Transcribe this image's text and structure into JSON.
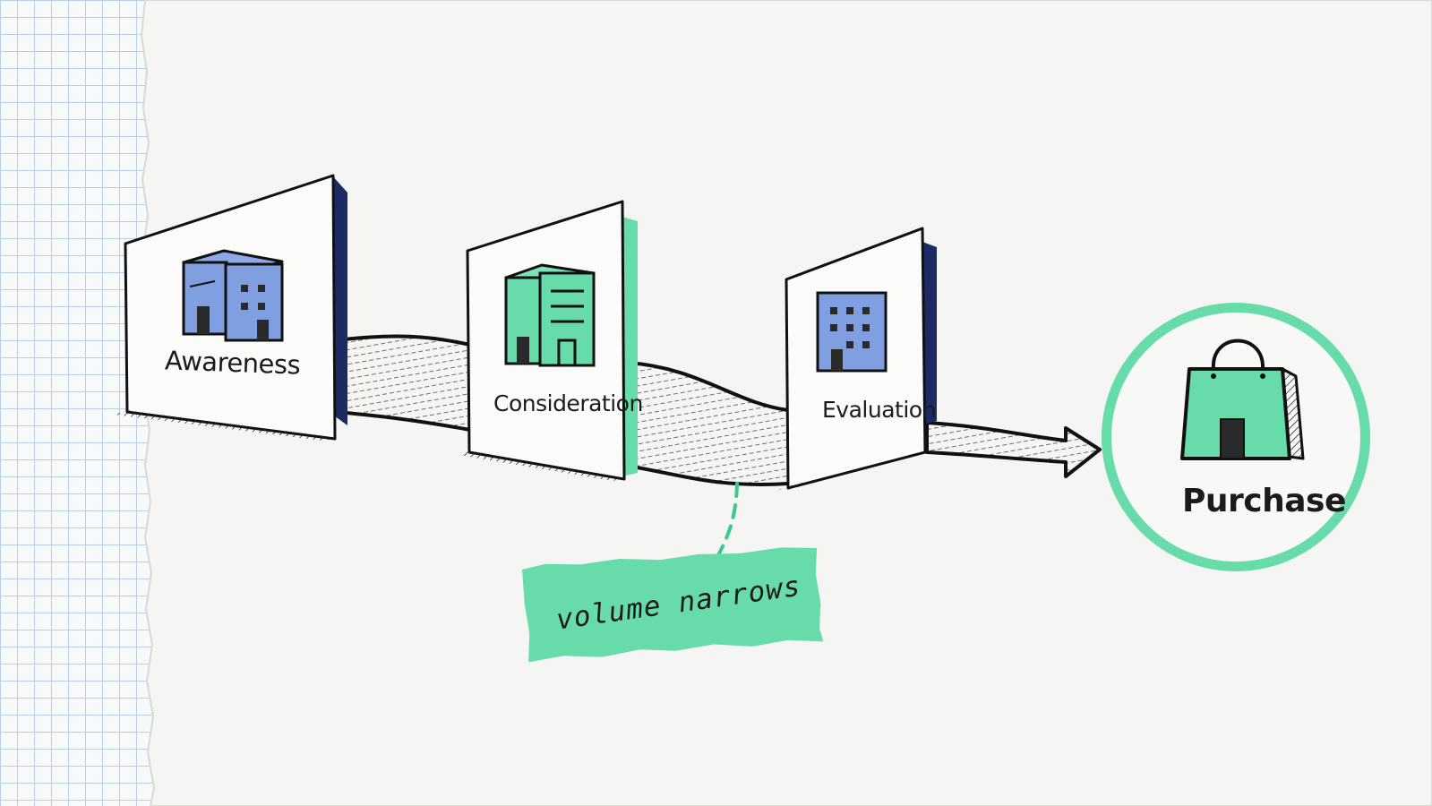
{
  "stages": [
    {
      "label": "Awareness",
      "icon": "building-icon"
    },
    {
      "label": "Consideration",
      "icon": "office-tower-icon"
    },
    {
      "label": "Evaluation",
      "icon": "building-windows-icon"
    }
  ],
  "destination": {
    "label": "Purchase",
    "icon": "shopping-bag-icon"
  },
  "note": {
    "text": "volume narrows"
  },
  "colors": {
    "blue": "#7f9fe0",
    "green": "#67dcaa",
    "navy": "#1c2a66",
    "ink": "#1b1b1b"
  }
}
